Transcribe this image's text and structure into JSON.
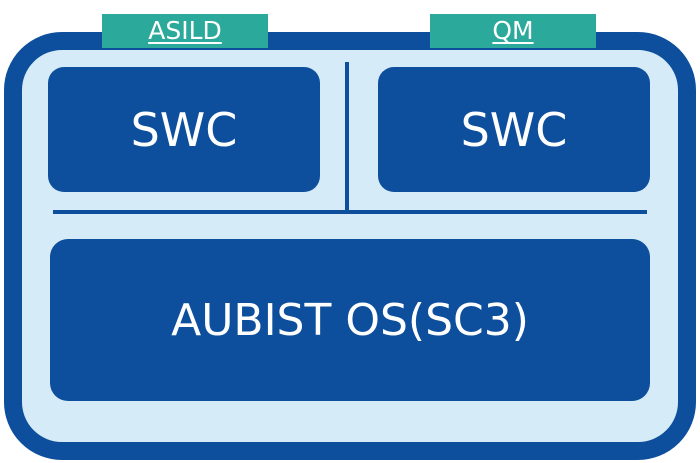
{
  "labels": {
    "tag_left": "ASILD",
    "tag_right": "QM",
    "swc_left": "SWC",
    "swc_right": "SWC",
    "os": "AUBIST OS(SC3)"
  },
  "colors": {
    "primary_blue": "#0d4f9c",
    "light_blue_fill": "#d5ebf8",
    "tag_teal": "#2ba99a",
    "text_white": "#ffffff"
  }
}
